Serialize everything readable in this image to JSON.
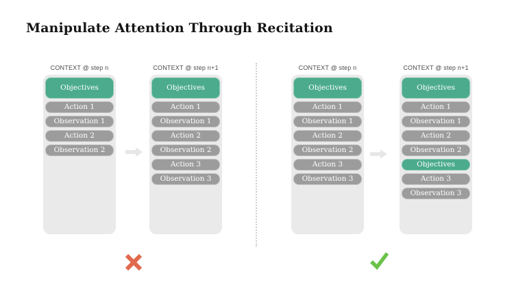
{
  "title": "Manipulate Attention Through Recitation",
  "panels": [
    {
      "label": "CONTEXT @ step n",
      "items": [
        {
          "text": "Objectives",
          "variant": "objective",
          "tall": true
        },
        {
          "text": "Action 1",
          "variant": "normal"
        },
        {
          "text": "Observation 1",
          "variant": "normal"
        },
        {
          "text": "Action 2",
          "variant": "normal"
        },
        {
          "text": "Observation 2",
          "variant": "normal"
        }
      ]
    },
    {
      "label": "CONTEXT @ step n+1",
      "items": [
        {
          "text": "Objectives",
          "variant": "objective",
          "tall": true
        },
        {
          "text": "Action 1",
          "variant": "normal"
        },
        {
          "text": "Observation 1",
          "variant": "normal"
        },
        {
          "text": "Action 2",
          "variant": "normal"
        },
        {
          "text": "Observation 2",
          "variant": "normal"
        },
        {
          "text": "Action 3",
          "variant": "normal"
        },
        {
          "text": "Observation 3",
          "variant": "normal"
        }
      ]
    },
    {
      "label": "CONTEXT @ step n",
      "items": [
        {
          "text": "Objectives",
          "variant": "objective",
          "tall": true
        },
        {
          "text": "Action 1",
          "variant": "normal"
        },
        {
          "text": "Observation 1",
          "variant": "normal"
        },
        {
          "text": "Action 2",
          "variant": "normal"
        },
        {
          "text": "Observation 2",
          "variant": "normal"
        },
        {
          "text": "Action 3",
          "variant": "normal"
        },
        {
          "text": "Observation 3",
          "variant": "normal"
        }
      ]
    },
    {
      "label": "CONTEXT @ step n+1",
      "items": [
        {
          "text": "Objectives",
          "variant": "objective",
          "tall": true
        },
        {
          "text": "Action 1",
          "variant": "normal"
        },
        {
          "text": "Observation 1",
          "variant": "normal"
        },
        {
          "text": "Action 2",
          "variant": "normal"
        },
        {
          "text": "Observation 2",
          "variant": "normal"
        },
        {
          "text": "Objectives",
          "variant": "objective",
          "tall": false
        },
        {
          "text": "Action 3",
          "variant": "normal"
        },
        {
          "text": "Observation 3",
          "variant": "normal"
        }
      ]
    }
  ],
  "verdicts": {
    "left": "cross",
    "right": "check"
  },
  "colors": {
    "objective_green": "#4cab8d",
    "step_gray": "#9c9c9c",
    "panel_background": "#eaeaea",
    "cross_red": "#e0694e",
    "check_green": "#6cc24a",
    "arrow_gray": "#e6e6e6",
    "label_text": "#4a4a4a"
  }
}
